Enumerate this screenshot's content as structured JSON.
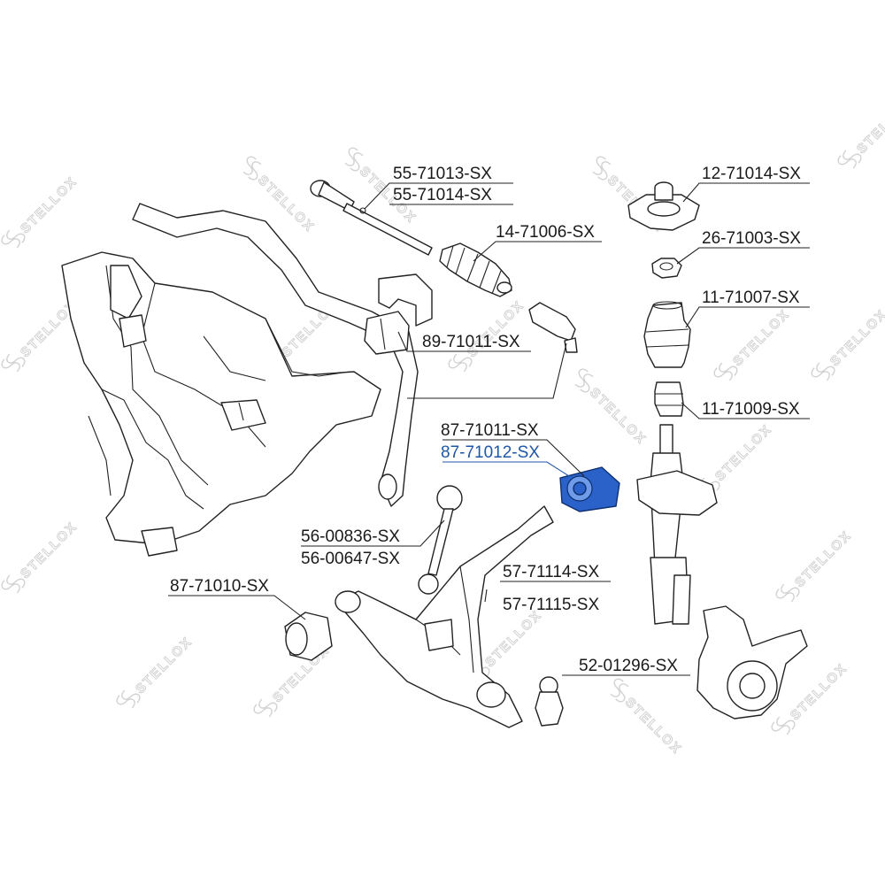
{
  "brand": {
    "watermark_text": "STELLOX",
    "watermark_color": "#d2d2d2"
  },
  "colors": {
    "label": "#1a1a1a",
    "highlight": "#1f57a8",
    "highlight_part": "#2a62c9"
  },
  "labels": {
    "tie_rod_axial_1": "55-71013-SX",
    "tie_rod_axial_2": "55-71014-SX",
    "steering_boot": "14-71006-SX",
    "stabilizer_bushing": "89-71011-SX",
    "strut_mount": "12-71014-SX",
    "mount_nut": "26-71003-SX",
    "dust_boot": "11-71007-SX",
    "bump_stop": "11-71009-SX",
    "arm_bushing_1": "87-71011-SX",
    "arm_bushing_2": "87-71012-SX",
    "stabilizer_link_1": "56-00836-SX",
    "stabilizer_link_2": "56-00647-SX",
    "control_arm_1": "57-71114-SX",
    "control_arm_2": "57-71115-SX",
    "front_bushing": "87-71010-SX",
    "ball_joint": "52-01296-SX"
  }
}
